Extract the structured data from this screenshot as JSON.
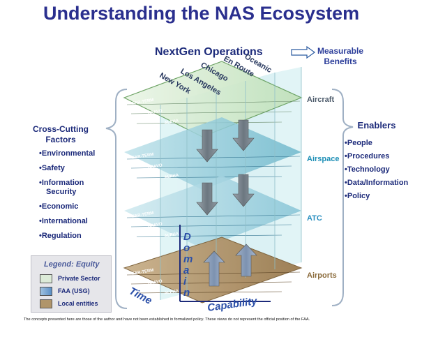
{
  "title": "Understanding the NAS Ecosystem",
  "operations_label": "NextGen Operations",
  "benefits_label": "Measurable Benefits",
  "regions": [
    "New York",
    "Los Angeles",
    "Chicago",
    "En Route",
    "Oceanic"
  ],
  "sublayers": [
    "FAR-TERM",
    "BRAVO",
    "ALPHA"
  ],
  "layers": [
    {
      "label": "Aircraft",
      "label_color": "#4c5a6a"
    },
    {
      "label": "Airspace",
      "label_color": "#1e8fb6"
    },
    {
      "label": "ATC",
      "label_color": "#2a8fc0"
    },
    {
      "label": "Airports",
      "label_color": "#8a6a3a"
    }
  ],
  "cross_cutting": {
    "title": "Cross-Cutting Factors",
    "items": [
      "Environmental",
      "Safety",
      "Information Security",
      "Economic",
      "International",
      "Regulation"
    ]
  },
  "enablers": {
    "title": "Enablers",
    "items": [
      "People",
      "Procedures",
      "Technology",
      "Data/Information",
      "Policy"
    ]
  },
  "axes": {
    "time": "Time",
    "capability": "Capability",
    "domain": "Domain"
  },
  "legend": {
    "title": "Legend: Equity",
    "items": [
      {
        "label": "Private Sector",
        "color": "#dcebd8"
      },
      {
        "label": "FAA (USG)",
        "color": "#6a9fd0"
      },
      {
        "label": "Local entities",
        "color": "#b0956a"
      }
    ]
  },
  "footnote": "The concepts presented here are those of the author and have not been established in formalized policy.  These views do not represent the official position of the FAA.",
  "colors": {
    "title": "#2a2f8e",
    "aircraft_plane": "#cfe6c8",
    "airspace_plane": "#8fc8d8",
    "atc_plane": "#9fcfdc",
    "airports_plane": "#a98a5e",
    "curtain": "#bfe7ec"
  }
}
